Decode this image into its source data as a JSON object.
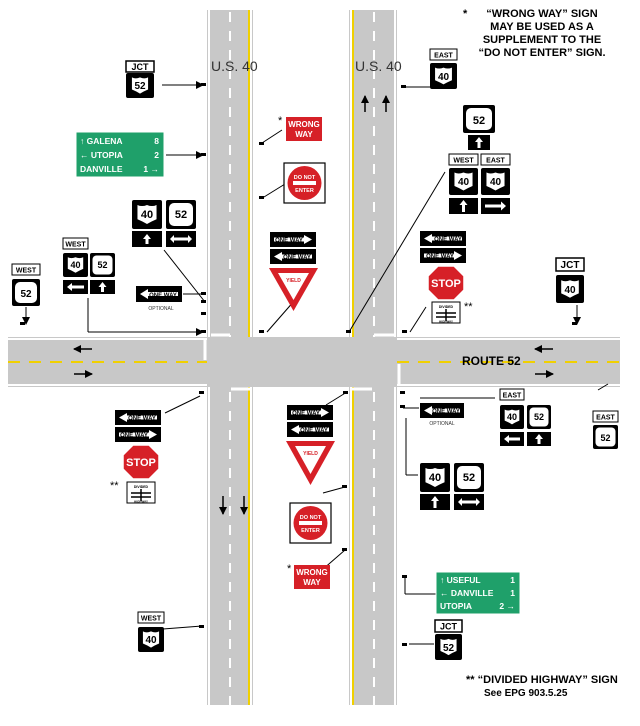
{
  "roads": {
    "ns_left_label": "U.S. 40",
    "ns_right_label": "U.S. 40",
    "ew_label": "ROUTE 52"
  },
  "notes": {
    "wrong_way_star": "*",
    "wrong_way_line1": "“WRONG WAY” SIGN",
    "wrong_way_line2": "MAY BE USED AS A",
    "wrong_way_line3": "SUPPLEMENT TO THE",
    "wrong_way_line4": "“DO NOT ENTER” SIGN.",
    "divided_star": "**",
    "divided_line1": "“DIVIDED HIGHWAY” SIGN",
    "divided_line2": "See EPG 903.5.25"
  },
  "signs": {
    "jct": "JCT",
    "east": "EAST",
    "west": "WEST",
    "route_40": "40",
    "route_52": "52",
    "wrong_way_l1": "WRONG",
    "wrong_way_l2": "WAY",
    "do_not_l1": "DO NOT",
    "do_not_l2": "ENTER",
    "one_way": "ONE WAY",
    "yield": "YIELD",
    "stop": "STOP",
    "divided_l1": "DIVIDED",
    "divided_l2": "HIGHWAY",
    "optional": "OPTIONAL",
    "star": "*",
    "dstar": "**"
  },
  "guide_top": [
    {
      "arrow": "↑",
      "name": "GALENA",
      "dist": "8"
    },
    {
      "arrow": "←",
      "name": "UTOPIA",
      "dist": "2"
    },
    {
      "arrow": "",
      "name": "DANVILLE",
      "dist": "1 →"
    }
  ],
  "guide_bottom": [
    {
      "arrow": "↑",
      "name": "USEFUL",
      "dist": "1"
    },
    {
      "arrow": "←",
      "name": "DANVILLE",
      "dist": "1"
    },
    {
      "arrow": "",
      "name": "UTOPIA",
      "dist": "2 →"
    }
  ],
  "colors": {
    "road": "#c8c8c8",
    "yellow": "#f0d000",
    "red": "#d62027",
    "green": "#1fa06a"
  }
}
